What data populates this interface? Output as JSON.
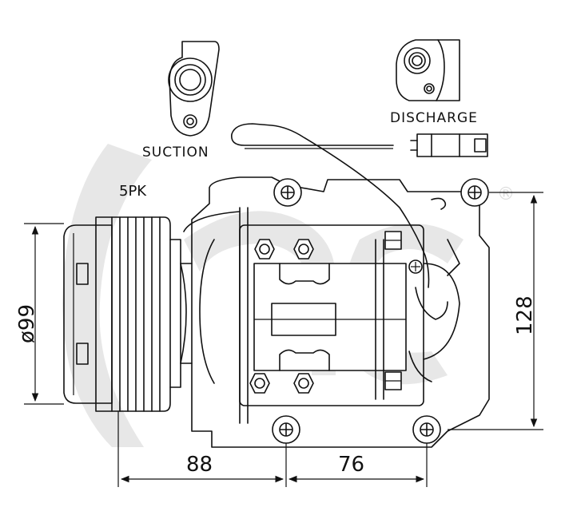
{
  "labels": {
    "suction": "SUCTION",
    "discharge": "DISCHARGE",
    "belt": "5PK"
  },
  "dimensions": {
    "pulley_diameter": "ø99",
    "height": "128",
    "width_left": "88",
    "width_right": "76"
  },
  "watermark": {
    "text": "ac",
    "registered": "®",
    "color": "#d9d9d9"
  },
  "colors": {
    "line": "#111111",
    "background": "#ffffff"
  }
}
